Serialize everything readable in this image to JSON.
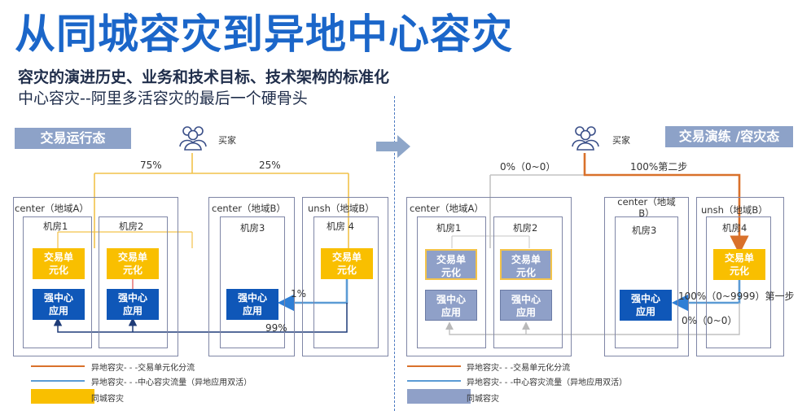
{
  "title": "从同城容灾到异地中心容灾",
  "subtitle1": "容灾的演进历史、业务和技术目标、技术架构的标准化",
  "subtitle2": "中心容灾--阿里多活容灾的最后一个硬骨头",
  "colors": {
    "title": "#1b66c9",
    "unit_yellow": "#f9bf00",
    "app_blue": "#0f57b8",
    "grey_blue": "#8fa0c8",
    "orange_line": "#d9712b",
    "blue_line": "#5b9bd5",
    "state_tag": "#8da2c8"
  },
  "left": {
    "state": "交易运行态",
    "buyer": "买家",
    "pct_left": "75%",
    "pct_right": "25%",
    "region_a": "center（地域A）",
    "region_b": "center（地域B）",
    "region_c": "unsh（地域B）",
    "room1": "机房1",
    "room2": "机房2",
    "room3": "机房3",
    "room4": "机房 4",
    "unit1": "交易单\n元化",
    "unit2": "交易单\n元化",
    "unit4": "交易单\n元化",
    "app1": "强中心\n应用",
    "app2": "强中心\n应用",
    "app3": "强中心\n应用",
    "pct_1": "1%",
    "pct_99": "99%"
  },
  "right": {
    "state": "交易演练 /容灾态",
    "buyer": "买家",
    "pct_left": "0%（0~0）",
    "pct_right": "100%第二步",
    "region_a": "center（地域A）",
    "region_b": "center（地域\nB）",
    "region_c": "unsh（地域B）",
    "room1": "机房1",
    "room2": "机房2",
    "room3": "机房3",
    "room4": "机房4",
    "unit1": "交易单\n元化",
    "unit2": "交易单\n元化",
    "unit4": "交易单\n元化",
    "app1": "强中心\n应用",
    "app2": "强中心\n应用",
    "app3": "强中心\n应用",
    "pct_step1": "100%（0~9999）第一步",
    "pct_zero": "0%（0~0）"
  },
  "legend": {
    "orange": "异地容灾- - -交易单元化分流",
    "blue": "异地容灾- - -中心容灾流量（异地应用双活）",
    "box": "同城容灾"
  }
}
